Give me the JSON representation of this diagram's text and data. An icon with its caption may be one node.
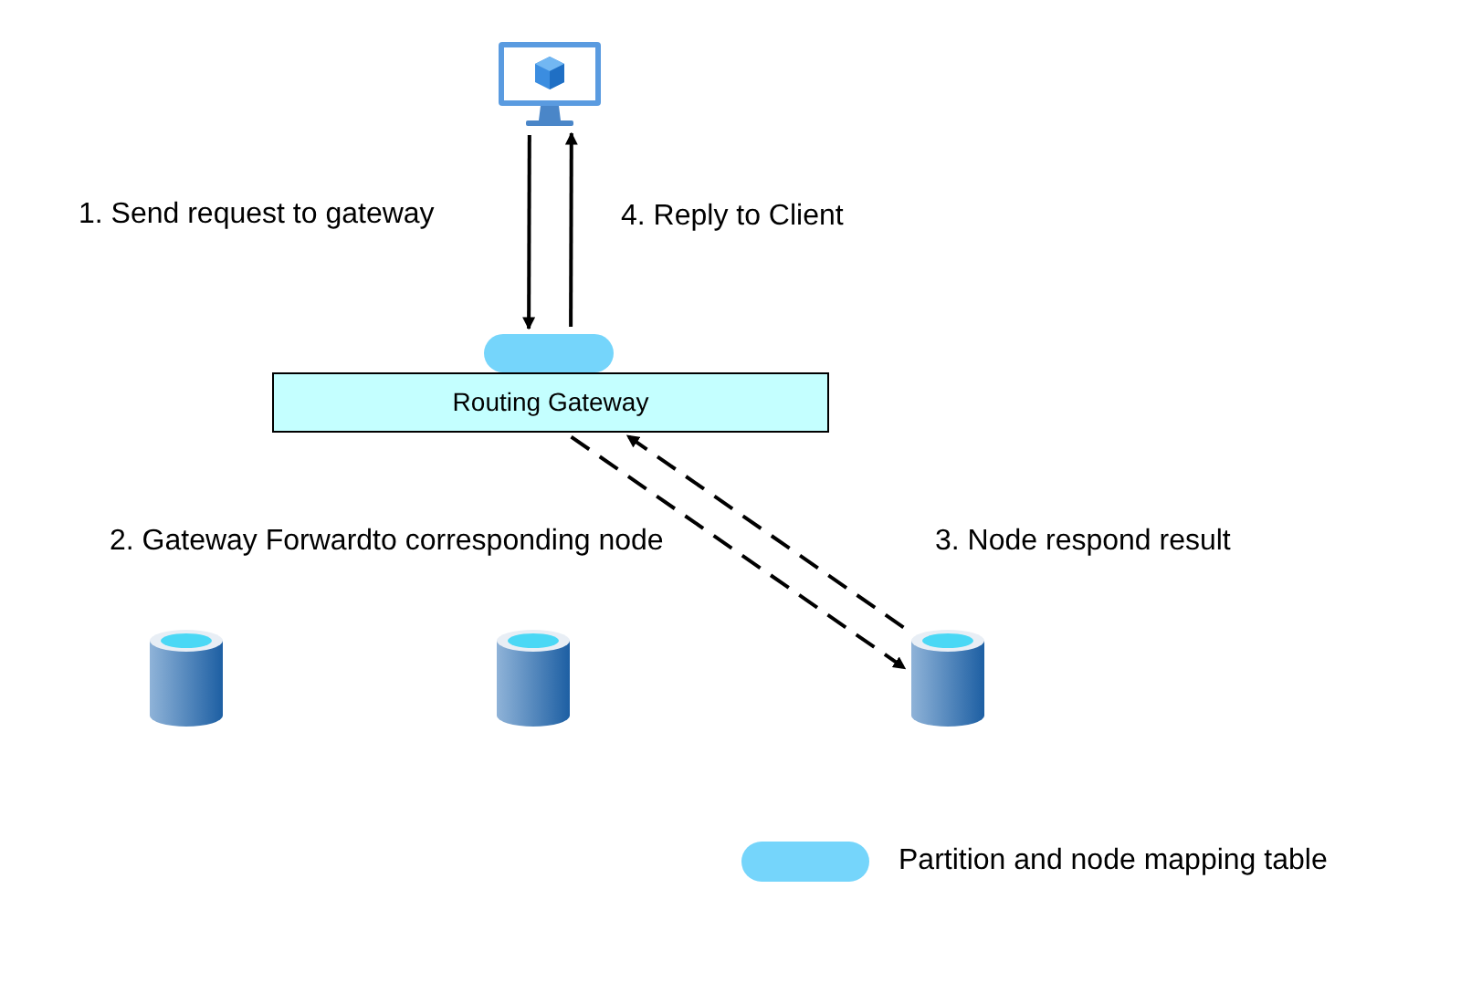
{
  "diagram": {
    "nodes": [
      {
        "text": [],
        "shape": "monitor"
      },
      {
        "text": [],
        "shape": "pill"
      },
      {
        "text": [
          "Routing Gateway"
        ]
      },
      {
        "text": [],
        "shape": "cylinder"
      },
      {
        "text": [],
        "shape": "cylinder"
      },
      {
        "text": [],
        "shape": "cylinder"
      }
    ],
    "edges": [
      {
        "from": 0,
        "to": 1,
        "arrow": "to"
      },
      {
        "from": 1,
        "to": 0,
        "arrow": "to"
      },
      {
        "from": 2,
        "to": 5,
        "arrow": "to",
        "style": "dashed"
      },
      {
        "from": 5,
        "to": 2,
        "arrow": "to",
        "style": "dashed"
      }
    ],
    "labels": [
      "1. Send request to gateway",
      "4. Reply to Client",
      "2. Gateway Forwardto corresponding node",
      "3. Node respond result"
    ],
    "legend": [
      {
        "text": "Partition and node mapping table",
        "color": "#75d5fb"
      }
    ]
  }
}
